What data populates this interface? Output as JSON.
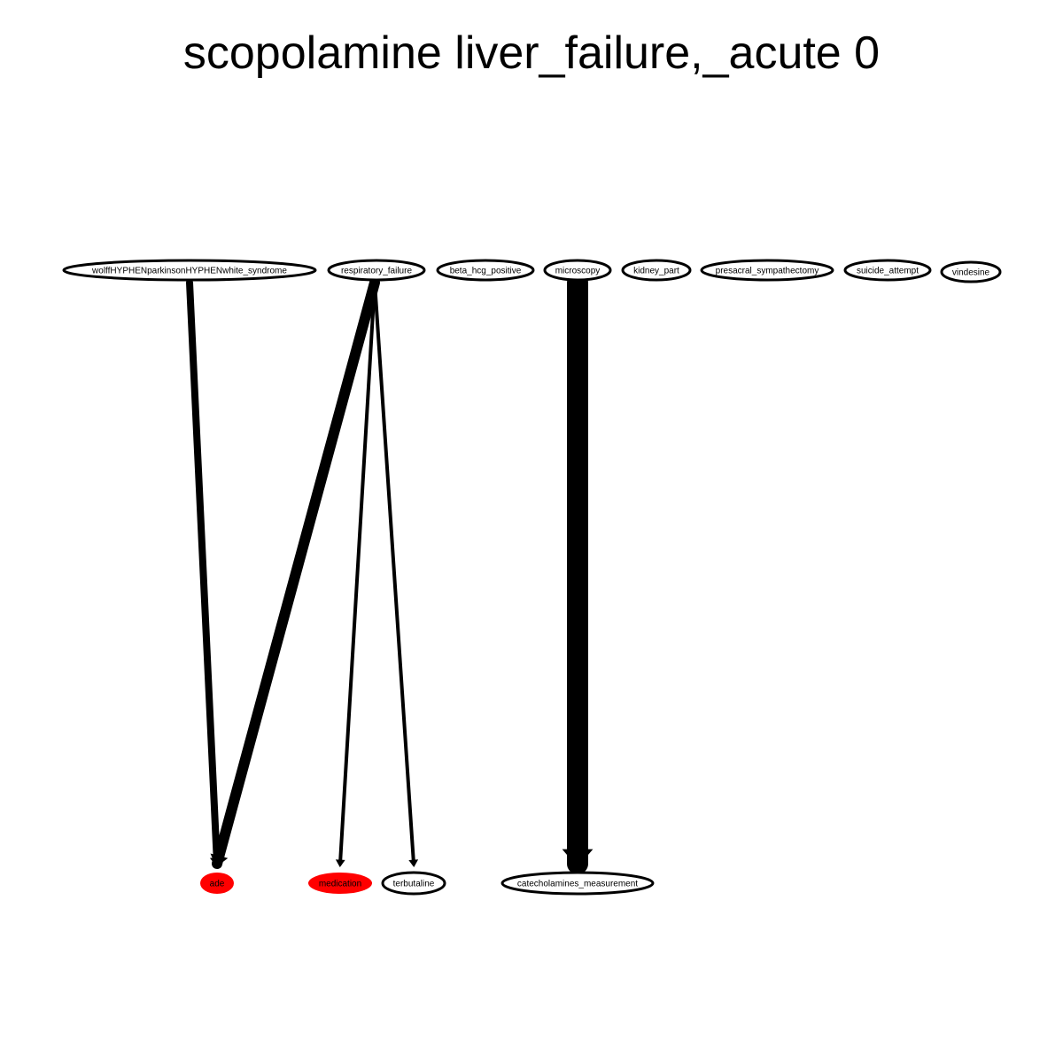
{
  "title": "scopolamine liver_failure,_acute 0",
  "colors": {
    "highlight_fill": "#ff0000",
    "node_fill": "#ffffff",
    "stroke": "#000000"
  },
  "nodes": [
    {
      "id": "wolff",
      "label": "wolffHYPHENparkinsonHYPHENwhite_syndrome",
      "highlighted": false
    },
    {
      "id": "respiratory_failure",
      "label": "respiratory_failure",
      "highlighted": false
    },
    {
      "id": "beta_hcg_positive",
      "label": "beta_hcg_positive",
      "highlighted": false
    },
    {
      "id": "microscopy",
      "label": "microscopy",
      "highlighted": false
    },
    {
      "id": "kidney_part",
      "label": "kidney_part",
      "highlighted": false
    },
    {
      "id": "presacral_sympathectomy",
      "label": "presacral_sympathectomy",
      "highlighted": false
    },
    {
      "id": "suicide_attempt",
      "label": "suicide_attempt",
      "highlighted": false
    },
    {
      "id": "vindesine",
      "label": "vindesine",
      "highlighted": false
    },
    {
      "id": "ade",
      "label": "ade",
      "highlighted": true
    },
    {
      "id": "medication",
      "label": "medication",
      "highlighted": true
    },
    {
      "id": "terbutaline",
      "label": "terbutaline",
      "highlighted": false
    },
    {
      "id": "catecholamines_measurement",
      "label": "catecholamines_measurement",
      "highlighted": false
    }
  ],
  "edges": [
    {
      "from": "wolff",
      "to": "ade",
      "weight": 2
    },
    {
      "from": "respiratory_failure",
      "to": "ade",
      "weight": 3
    },
    {
      "from": "respiratory_failure",
      "to": "medication",
      "weight": 1
    },
    {
      "from": "respiratory_failure",
      "to": "terbutaline",
      "weight": 1
    },
    {
      "from": "microscopy",
      "to": "catecholamines_measurement",
      "weight": 6
    }
  ]
}
